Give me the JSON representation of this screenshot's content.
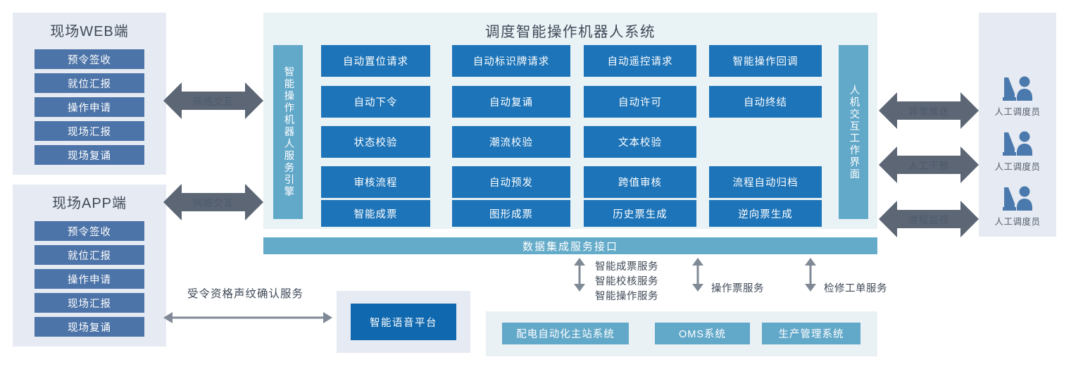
{
  "left_clients": [
    {
      "title": "现场WEB端",
      "items": [
        "预令签收",
        "就位汇报",
        "操作申请",
        "现场汇报",
        "现场复诵"
      ]
    },
    {
      "title": "现场APP端",
      "items": [
        "预令签收",
        "就位汇报",
        "操作申请",
        "现场汇报",
        "现场复诵"
      ]
    }
  ],
  "left_arrows": [
    {
      "label": "网络交互"
    },
    {
      "label": "网络交互"
    }
  ],
  "center": {
    "title": "调度智能操作机器人系统",
    "left_vertical_label": "智能操作机器人服务引擎",
    "right_vertical_label": "人机交互工作界面",
    "grid_rows": [
      [
        "自动置位请求",
        "自动标识牌请求",
        "自动遥控请求",
        "智能操作回调"
      ],
      [
        "自动下令",
        "自动复诵",
        "自动许可",
        "自动终结"
      ],
      [
        "状态校验",
        "潮流校验",
        "文本校验"
      ],
      [
        "审核流程",
        "自动预发",
        "跨值审核",
        "流程自动归档"
      ],
      [
        "智能成票",
        "图形成票",
        "历史票生成",
        "逆向票生成"
      ]
    ]
  },
  "right_arrows": [
    {
      "label": "异常推送"
    },
    {
      "label": "人工干预"
    },
    {
      "label": "进程监视"
    }
  ],
  "operators": [
    {
      "icon": "operator-desk-icon",
      "label": "人工调度员"
    },
    {
      "icon": "operator-desk-icon",
      "label": "人工调度员"
    },
    {
      "icon": "operator-desk-icon",
      "label": "人工调度员"
    }
  ],
  "data_bus": {
    "label": "数据集成服务接口"
  },
  "service_links": [
    {
      "label": "智能成票服务\n智能校核服务\n智能操作服务"
    },
    {
      "label": "操作票服务"
    },
    {
      "label": "检修工单服务"
    }
  ],
  "service_links_flat": {
    "group1_line1": "智能成票服务",
    "group1_line2": "智能校核服务",
    "group1_line3": "智能操作服务",
    "group2": "操作票服务",
    "group3": "检修工单服务"
  },
  "external_systems": [
    "配电自动化主站系统",
    "OMS系统",
    "生产管理系统"
  ],
  "voice": {
    "arrow_label": "受令资格声纹确认服务",
    "platform_label": "智能语音平台"
  },
  "colors": {
    "cell_blue": "#1d74b8",
    "client_item_blue": "#4d74a8",
    "teal": "#62a8c9",
    "bus_teal": "#64abc9",
    "voice_blue": "#1068ae",
    "panel_gray": "#e6eaf2",
    "panel_center": "#e9f2f5",
    "panel_light": "#eaf1f5",
    "arrow_gray": "#5c6675",
    "text_dark": "#3f4a58"
  }
}
